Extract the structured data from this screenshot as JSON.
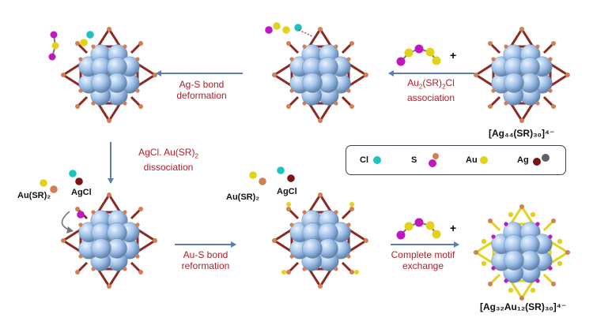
{
  "steps": {
    "association": {
      "line1": "Au",
      "line1_sub": "2",
      "line1_rest": "(SR)",
      "line1_sub2": "2",
      "line1_end": "Cl",
      "line2": "association"
    },
    "deformation": {
      "line1": "Ag-S bond",
      "line2": "deformation"
    },
    "dissociation": {
      "line1_a": "AgCl. Au(SR)",
      "line1_sub": "2",
      "line2": "dissociation"
    },
    "reformation": {
      "line1": "Au-S bond",
      "line2": "reformation"
    },
    "exchange": {
      "line1": "Complete motif",
      "line2": "exchange"
    }
  },
  "species": {
    "start": "[Ag₄₄(SR)₃₀]⁴⁻",
    "final": "[Ag₃₂Au₁₂(SR)₃₀]⁴⁻",
    "agcl_1": "AgCl",
    "ausr_1": "Au(SR)₂",
    "agcl_2": "AgCl",
    "ausr_2": "Au(SR)₂",
    "plus_1": "+",
    "plus_2": "+"
  },
  "legend": [
    {
      "label": "Ag",
      "color": "#7a1416",
      "color2": "#5d6068"
    },
    {
      "label": "Au",
      "color": "#e3d21c"
    },
    {
      "label": "S",
      "color": "#c017bf",
      "color2": "#d27f55"
    },
    {
      "label": "Cl",
      "color": "#1fc2c2"
    }
  ],
  "colors": {
    "arrow": "#5b7fb5",
    "label": "#b0202a",
    "ag_sphere": "#9ec0e8",
    "motif": "#8a2a22",
    "s_atom": "#d27f55",
    "au": "#e3d21c",
    "s_new": "#c017bf",
    "cl": "#1fc2c2"
  }
}
